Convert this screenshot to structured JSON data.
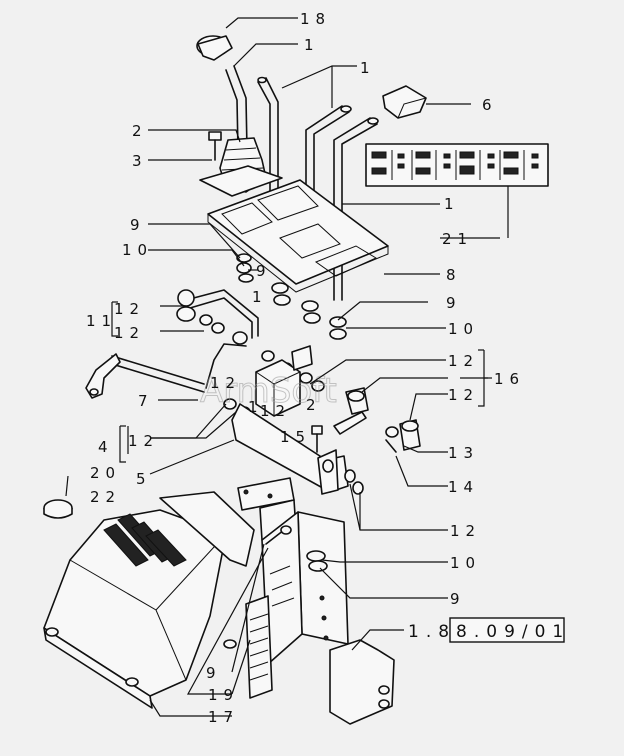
{
  "watermark": "ArmSoft",
  "reference": "1.88.09/01",
  "callouts": [
    {
      "id": "c18",
      "text": "18"
    },
    {
      "id": "c1a",
      "text": "1"
    },
    {
      "id": "c1b",
      "text": "1"
    },
    {
      "id": "c6",
      "text": "6"
    },
    {
      "id": "c2",
      "text": "2"
    },
    {
      "id": "c3",
      "text": "3"
    },
    {
      "id": "c1c",
      "text": "1"
    },
    {
      "id": "c21",
      "text": "21"
    },
    {
      "id": "c9a",
      "text": "9"
    },
    {
      "id": "c10a",
      "text": "10"
    },
    {
      "id": "c9b",
      "text": "9"
    },
    {
      "id": "c1d",
      "text": "1"
    },
    {
      "id": "c8",
      "text": "8"
    },
    {
      "id": "c9c",
      "text": "9"
    },
    {
      "id": "c11",
      "text": "11"
    },
    {
      "id": "c12a",
      "text": "12"
    },
    {
      "id": "c12b",
      "text": "12"
    },
    {
      "id": "c10b",
      "text": "10"
    },
    {
      "id": "c12c",
      "text": "12"
    },
    {
      "id": "c16",
      "text": "16"
    },
    {
      "id": "c12d",
      "text": "12"
    },
    {
      "id": "c7",
      "text": "7"
    },
    {
      "id": "c12e",
      "text": "12"
    },
    {
      "id": "c1e",
      "text": "1"
    },
    {
      "id": "c2b",
      "text": "2"
    },
    {
      "id": "c12f",
      "text": "12"
    },
    {
      "id": "c15",
      "text": "15"
    },
    {
      "id": "c4",
      "text": "4"
    },
    {
      "id": "c12g",
      "text": "12"
    },
    {
      "id": "c13",
      "text": "13"
    },
    {
      "id": "c20",
      "text": "20"
    },
    {
      "id": "c5",
      "text": "5"
    },
    {
      "id": "c14",
      "text": "14"
    },
    {
      "id": "c22",
      "text": "22"
    },
    {
      "id": "c12h",
      "text": "12"
    },
    {
      "id": "c10c",
      "text": "10"
    },
    {
      "id": "c9d",
      "text": "9"
    },
    {
      "id": "c9e",
      "text": "9"
    },
    {
      "id": "c19",
      "text": "19"
    },
    {
      "id": "c17",
      "text": "17"
    }
  ]
}
